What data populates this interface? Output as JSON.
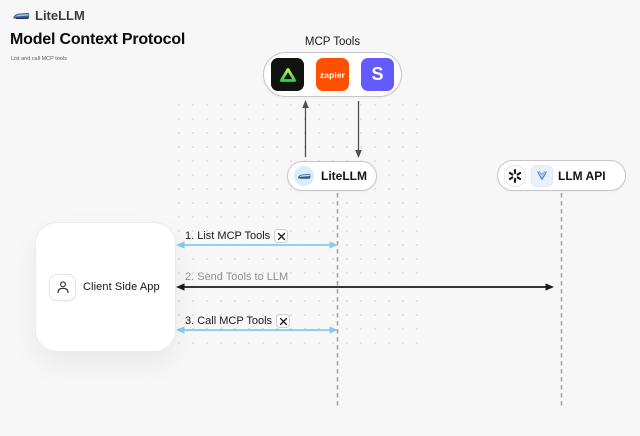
{
  "brand": {
    "name": "LiteLLM",
    "logo_icon": "train-icon"
  },
  "header": {
    "title": "Model Context Protocol",
    "subtitle": "List and call MCP tools"
  },
  "diagram": {
    "mcp_tools": {
      "label": "MCP Tools",
      "icons": [
        {
          "name": "green-triangle-logo",
          "bg": "#101310"
        },
        {
          "name": "zapier-logo",
          "text": "zapier",
          "bg": "#FF4F00"
        },
        {
          "name": "stripe-logo",
          "text": "S",
          "bg": "#635BFF"
        }
      ]
    },
    "litellm_node": {
      "label": "LiteLLM",
      "icon": "litellm-train-logo"
    },
    "llm_api_node": {
      "label": "LLM API",
      "icons": [
        "openai-logo",
        "blue-llm-provider-logo"
      ]
    },
    "client_node": {
      "label": "Client Side App",
      "icon": "person-icon"
    },
    "messages": [
      {
        "label": "1. List MCP Tools",
        "tool_icon": true,
        "color": "#85CCEC",
        "from": "client",
        "to": "litellm",
        "bidirectional": true
      },
      {
        "label": "2. Send Tools to LLM",
        "tool_icon": false,
        "color": "#1B1B1B",
        "from": "client",
        "to": "llm-api",
        "bidirectional": true
      },
      {
        "label": "3. Call MCP Tools",
        "tool_icon": true,
        "color": "#85CCEC",
        "from": "client",
        "to": "litellm",
        "bidirectional": true
      }
    ],
    "vertical_arrows": [
      {
        "direction": "up",
        "from": "litellm",
        "to": "mcp-tools"
      },
      {
        "direction": "down",
        "from": "mcp-tools",
        "to": "litellm"
      }
    ]
  },
  "colors": {
    "background": "#F7F7F8",
    "accent_blue_arrow": "#85CCEC",
    "dark_arrow": "#1B1B1B",
    "dashed_lifeline": "#A3A3A8",
    "zapier_orange": "#FF4F00",
    "stripe_purple": "#635BFF",
    "triangle_green": "#4ED938",
    "pill_border": "#C6C6CB"
  }
}
